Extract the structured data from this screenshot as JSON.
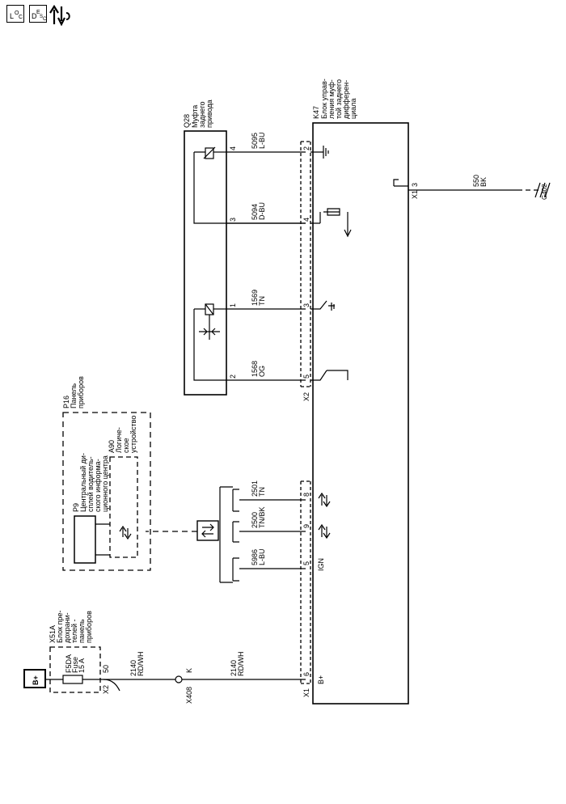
{
  "toolbar": {
    "loc": {
      "main": "L",
      "sub": "O",
      "sub2": "C"
    },
    "desc": {
      "main": "D",
      "sub": "E",
      "sub2": "S",
      "sub3": "C"
    },
    "nav_icon": "up-down-arrows-icon"
  },
  "components": {
    "k47": {
      "id": "K47",
      "name": [
        "Блок управ-",
        "ления муф-",
        "той заднего",
        "дифферен-",
        "циала"
      ]
    },
    "q28": {
      "id": "Q28",
      "name": [
        "Муфта",
        "заднего",
        "привода"
      ]
    },
    "p16": {
      "id": "P16",
      "name": [
        "Панель",
        "приборов"
      ]
    },
    "p9": {
      "id": "P9",
      "name": [
        "Центральный ди-",
        "сплей водитель-",
        "ского информа-",
        "ционного центра"
      ]
    },
    "a90": {
      "id": "A90",
      "name": [
        "Логиче-",
        "ское",
        "устройство"
      ]
    },
    "x51a": {
      "id": "X51A",
      "name": [
        "Блок пре-",
        "дохрани-",
        "телей -",
        "панель",
        "приборов"
      ]
    },
    "fuse": {
      "id": "F5DA",
      "label": "Fuse",
      "rating": "15 A"
    },
    "battery": "B+",
    "splice": {
      "id": "X408",
      "pin": "K"
    },
    "ground": "G402"
  },
  "connectors": {
    "x1": "X1",
    "x2": "X2"
  },
  "labels": {
    "ign": "IGN",
    "bplus": "B+"
  },
  "wires": [
    {
      "circuit": "5095",
      "color": "L-BU",
      "from_pin": "4",
      "to_pin": "2"
    },
    {
      "circuit": "5094",
      "color": "D-BU",
      "from_pin": "3",
      "to_pin": "4"
    },
    {
      "circuit": "1569",
      "color": "TN",
      "from_pin": "1",
      "to_pin": "3"
    },
    {
      "circuit": "1568",
      "color": "OG",
      "from_pin": "2",
      "to_pin": "5"
    },
    {
      "circuit": "2501",
      "color": "TN",
      "to_pin": "8"
    },
    {
      "circuit": "2500",
      "color": "TN/BK",
      "to_pin": "9"
    },
    {
      "circuit": "5986",
      "color": "L-BU",
      "to_pin": "5"
    },
    {
      "circuit": "550",
      "color": "BK",
      "to_pin": "3"
    },
    {
      "circuit": "2140",
      "color": "RD/WH",
      "from_pin": "50",
      "to_pin": "K"
    },
    {
      "circuit": "2140",
      "color": "RD/WH",
      "from_pin": "K",
      "to_pin": "6"
    }
  ]
}
